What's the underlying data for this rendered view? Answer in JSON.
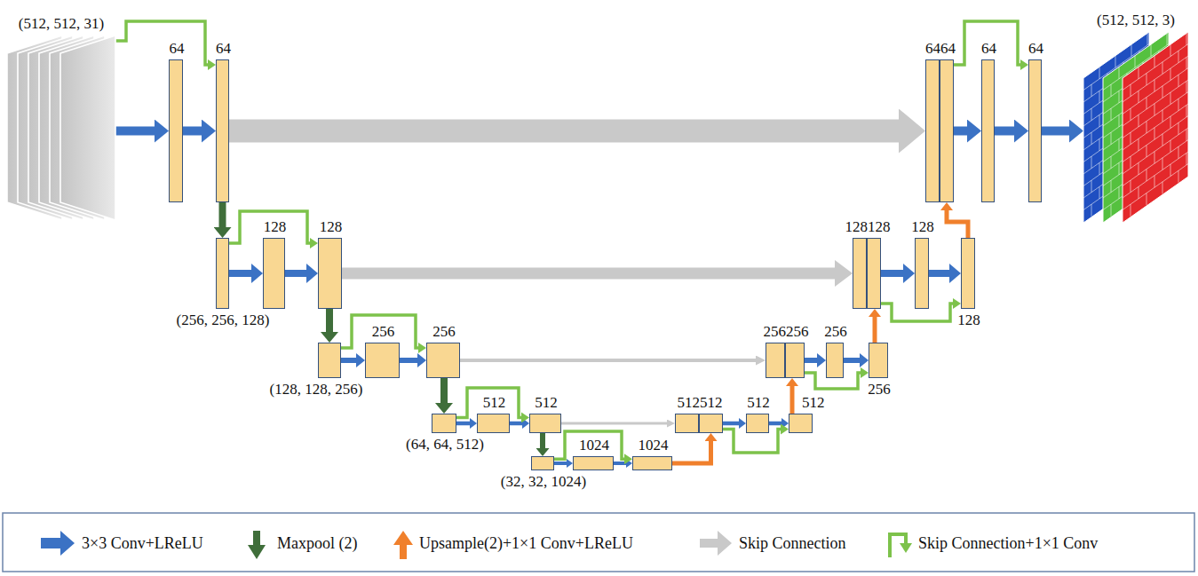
{
  "diagram": {
    "nodes": [
      {
        "text": [
          "(512, 512, 31)"
        ]
      },
      {
        "text": [
          "64"
        ]
      },
      {
        "text": [
          "64"
        ]
      },
      {
        "text": [
          "(256, 256, 128)"
        ]
      },
      {
        "text": [
          "128"
        ]
      },
      {
        "text": [
          "128"
        ]
      },
      {
        "text": [
          "(128, 128, 256)"
        ]
      },
      {
        "text": [
          "256"
        ]
      },
      {
        "text": [
          "256"
        ]
      },
      {
        "text": [
          "(64, 64, 512)"
        ]
      },
      {
        "text": [
          "512"
        ]
      },
      {
        "text": [
          "512"
        ]
      },
      {
        "text": [
          "(32, 32, 1024)"
        ]
      },
      {
        "text": [
          "1024"
        ]
      },
      {
        "text": [
          "1024"
        ]
      },
      {
        "text": [
          "512"
        ]
      },
      {
        "text": [
          "512"
        ]
      },
      {
        "text": [
          "512"
        ]
      },
      {
        "text": [
          "512"
        ]
      },
      {
        "text": [
          "256"
        ]
      },
      {
        "text": [
          "256"
        ]
      },
      {
        "text": [
          "256"
        ]
      },
      {
        "text": [
          "256"
        ]
      },
      {
        "text": [
          "128"
        ]
      },
      {
        "text": [
          "128"
        ]
      },
      {
        "text": [
          "128"
        ]
      },
      {
        "text": [
          "128"
        ]
      },
      {
        "text": [
          "64"
        ]
      },
      {
        "text": [
          "64"
        ]
      },
      {
        "text": [
          "64"
        ]
      },
      {
        "text": [
          "64"
        ]
      },
      {
        "text": [
          "(512, 512, 3)"
        ]
      }
    ],
    "edges": [
      {
        "from": 0,
        "to": 1,
        "arrow": "to"
      },
      {
        "from": 1,
        "to": 2,
        "arrow": "to"
      },
      {
        "from": 0,
        "to": 2,
        "arrow": "to"
      },
      {
        "from": 2,
        "to": 3,
        "arrow": "to"
      },
      {
        "from": 3,
        "to": 4,
        "arrow": "to"
      },
      {
        "from": 4,
        "to": 5,
        "arrow": "to"
      },
      {
        "from": 3,
        "to": 5,
        "arrow": "to"
      },
      {
        "from": 5,
        "to": 6,
        "arrow": "to"
      },
      {
        "from": 6,
        "to": 7,
        "arrow": "to"
      },
      {
        "from": 7,
        "to": 8,
        "arrow": "to"
      },
      {
        "from": 6,
        "to": 8,
        "arrow": "to"
      },
      {
        "from": 8,
        "to": 9,
        "arrow": "to"
      },
      {
        "from": 9,
        "to": 10,
        "arrow": "to"
      },
      {
        "from": 10,
        "to": 11,
        "arrow": "to"
      },
      {
        "from": 9,
        "to": 11,
        "arrow": "to"
      },
      {
        "from": 11,
        "to": 12,
        "arrow": "to"
      },
      {
        "from": 12,
        "to": 13,
        "arrow": "to"
      },
      {
        "from": 13,
        "to": 14,
        "arrow": "to"
      },
      {
        "from": 12,
        "to": 14,
        "arrow": "to"
      },
      {
        "from": 11,
        "to": 15,
        "arrow": "to"
      },
      {
        "from": 14,
        "to": 16,
        "arrow": "to"
      },
      {
        "from": 16,
        "to": 17,
        "arrow": "to"
      },
      {
        "from": 17,
        "to": 18,
        "arrow": "to"
      },
      {
        "from": 16,
        "to": 18,
        "arrow": "to"
      },
      {
        "from": 8,
        "to": 19,
        "arrow": "to"
      },
      {
        "from": 18,
        "to": 20,
        "arrow": "to"
      },
      {
        "from": 20,
        "to": 21,
        "arrow": "to"
      },
      {
        "from": 21,
        "to": 22,
        "arrow": "to"
      },
      {
        "from": 20,
        "to": 22,
        "arrow": "to"
      },
      {
        "from": 5,
        "to": 23,
        "arrow": "to"
      },
      {
        "from": 22,
        "to": 24,
        "arrow": "to"
      },
      {
        "from": 24,
        "to": 25,
        "arrow": "to"
      },
      {
        "from": 25,
        "to": 26,
        "arrow": "to"
      },
      {
        "from": 24,
        "to": 26,
        "arrow": "to"
      },
      {
        "from": 2,
        "to": 27,
        "arrow": "to"
      },
      {
        "from": 26,
        "to": 28,
        "arrow": "to"
      },
      {
        "from": 28,
        "to": 29,
        "arrow": "to"
      },
      {
        "from": 29,
        "to": 30,
        "arrow": "to"
      },
      {
        "from": 28,
        "to": 30,
        "arrow": "to"
      },
      {
        "from": 30,
        "to": 31,
        "arrow": "to"
      }
    ],
    "legend": [
      {
        "text": "3×3 Conv+LReLU"
      },
      {
        "text": "Maxpool (2)"
      },
      {
        "text": "Upsample(2)+1×1 Conv+LReLU"
      },
      {
        "text": "Skip Connection"
      },
      {
        "text": "Skip Connection+1×1 Conv"
      }
    ]
  }
}
